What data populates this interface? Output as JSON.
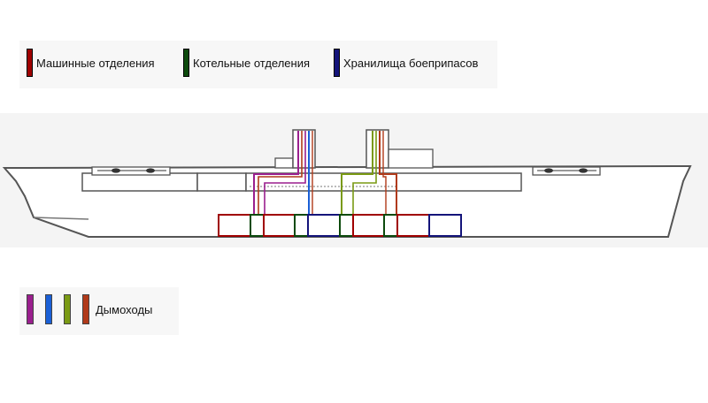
{
  "legend": {
    "engine_rooms": {
      "label": "Машинные отделения",
      "color": "#a00000"
    },
    "boiler_rooms": {
      "label": "Котельные отделения",
      "color": "#0c4a0c"
    },
    "magazines": {
      "label": "Хранилища боеприпасов",
      "color": "#14147a"
    }
  },
  "flues_legend": {
    "label": "Дымоходы",
    "colors": [
      "#9a1f8e",
      "#1a5fd6",
      "#7a9a14",
      "#b03a1a"
    ]
  },
  "compartments": [
    {
      "kind": "engine",
      "color": "#a00000"
    },
    {
      "kind": "boiler",
      "color": "#0c4a0c"
    },
    {
      "kind": "engine",
      "color": "#a00000"
    },
    {
      "kind": "boiler",
      "color": "#0c4a0c"
    },
    {
      "kind": "magazine",
      "color": "#14147a"
    },
    {
      "kind": "boiler",
      "color": "#0c4a0c"
    },
    {
      "kind": "engine",
      "color": "#a00000"
    },
    {
      "kind": "boiler",
      "color": "#0c4a0c"
    },
    {
      "kind": "engine",
      "color": "#a00000"
    },
    {
      "kind": "magazine",
      "color": "#14147a"
    }
  ]
}
